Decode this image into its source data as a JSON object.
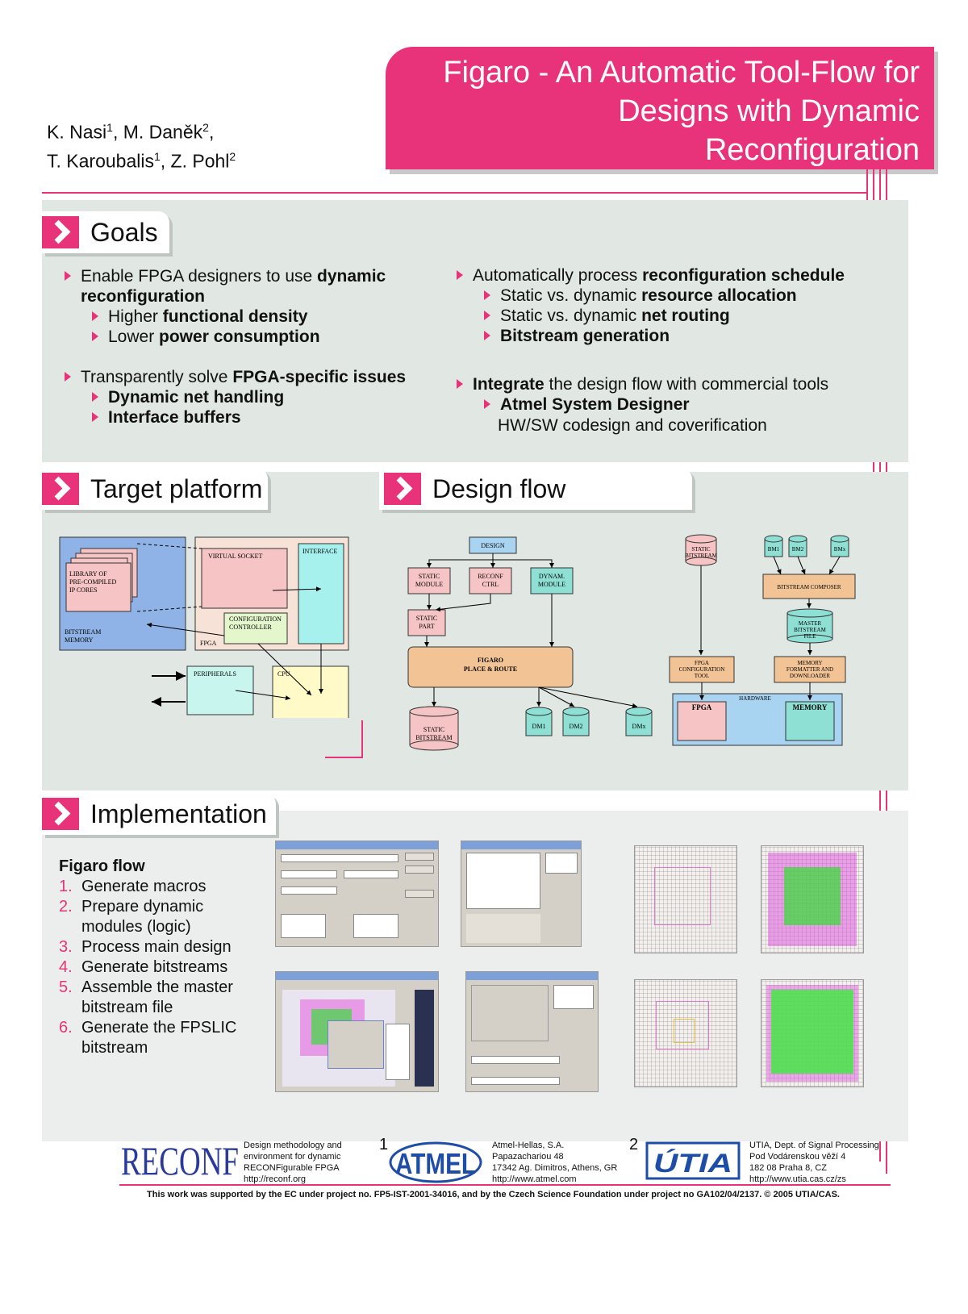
{
  "header": {
    "title_lines": [
      "Figaro - An Automatic Tool-Flow for",
      "Designs with Dynamic",
      "Reconfiguration"
    ],
    "authors_line1": [
      "K. Nasi",
      "1",
      ", M. Daněk",
      "2",
      ","
    ],
    "authors_line2": [
      "T. Karoubalis",
      "1",
      ", Z. Pohl",
      "2"
    ]
  },
  "sections": {
    "goals": "Goals",
    "target": "Target platform",
    "design_flow": "Design flow",
    "implementation": "Implementation"
  },
  "goals_left": [
    {
      "pre": "Enable FPGA designers to use ",
      "bold": "dynamic",
      "post": ""
    },
    {
      "pre": "",
      "bold": "reconfiguration",
      "post": ""
    },
    {
      "pre": "Higher ",
      "bold": "functional density",
      "post": ""
    },
    {
      "pre": "Lower ",
      "bold": "power consumption",
      "post": ""
    },
    {
      "pre": "Transparently solve ",
      "bold": "FPGA-specific issues",
      "post": ""
    },
    {
      "pre": "",
      "bold": "Dynamic net handling",
      "post": ""
    },
    {
      "pre": "",
      "bold": "Interface buffers",
      "post": ""
    }
  ],
  "goals_right": [
    {
      "pre": "Automatically process ",
      "bold": "reconfiguration schedule",
      "post": ""
    },
    {
      "pre": "Static vs. dynamic ",
      "bold": "resource allocation",
      "post": ""
    },
    {
      "pre": "Static vs. dynamic ",
      "bold": "net routing",
      "post": ""
    },
    {
      "pre": "",
      "bold": "Bitstream generation",
      "post": ""
    },
    {
      "pre": "",
      "bold": "Integrate",
      "post": " the design flow with commercial tools"
    },
    {
      "pre": "",
      "bold": "Atmel System Designer",
      "post": ""
    },
    {
      "pre": "HW/SW codesign and coverification",
      "bold": "",
      "post": ""
    }
  ],
  "target_diagram": {
    "library": [
      "LIBRARY OF",
      "PRE-COMPILED",
      "IP CORES"
    ],
    "bitstream_memory": [
      "BITSTREAM",
      "MEMORY"
    ],
    "virtual_socket": "VIRTUAL SOCKET",
    "interface": "INTERFACE",
    "config_controller": [
      "CONFIGURATION",
      "CONTROLLER"
    ],
    "fpga": "FPGA",
    "peripherals": "PERIPHERALS",
    "cpu": "CPU"
  },
  "flow_diagram": {
    "design": "DESIGN",
    "static_module": [
      "STATIC",
      "MODULE"
    ],
    "reconf_ctrl": [
      "RECONF",
      "CTRL"
    ],
    "dynam_module": [
      "DYNAM.",
      "MODULE"
    ],
    "static_part": [
      "STATIC",
      "PART"
    ],
    "figaro": [
      "FIGARO",
      "PLACE & ROUTE"
    ],
    "static_bitstream": [
      "STATIC",
      "BITSTREAM"
    ],
    "dm1": "DM1",
    "dm2": "DM2",
    "dmx": "DMx",
    "static_bitstream2": [
      "STATIC",
      "BITSTREAM"
    ],
    "bm1": "BM1",
    "bm2": "BM2",
    "bmx": "BMx",
    "composer": "BITSTREAM COMPOSER",
    "master": [
      "MASTER",
      "BITSTREAM",
      "FILE"
    ],
    "fpga_tool": [
      "FPGA",
      "CONFIGURATION",
      "TOOL"
    ],
    "mem_fmt": [
      "MEMORY",
      "FORMATTER AND",
      "DOWNLOADER"
    ],
    "hardware": "HARDWARE",
    "hw_fpga": "FPGA",
    "hw_memory": "MEMORY"
  },
  "implementation": {
    "heading": "Figaro flow",
    "steps": [
      {
        "n": "1.",
        "lines": [
          "Generate macros"
        ]
      },
      {
        "n": "2.",
        "lines": [
          "Prepare dynamic",
          "modules (logic)"
        ]
      },
      {
        "n": "3.",
        "lines": [
          "Process main design"
        ]
      },
      {
        "n": "4.",
        "lines": [
          "Generate bitstreams"
        ]
      },
      {
        "n": "5.",
        "lines": [
          "Assemble the master",
          "bitstream file"
        ]
      },
      {
        "n": "6.",
        "lines": [
          "Generate the FPSLIC",
          "bitstream"
        ]
      }
    ]
  },
  "footer": {
    "reconf_logo": "RECONF",
    "reconf_text": [
      "Design methodology and",
      "environment for dynamic",
      "RECONFigurable FPGA",
      "http://reconf.org"
    ],
    "atmel_num": "1",
    "atmel_logo": "ATMEL",
    "atmel_text": [
      "Atmel-Hellas, S.A.",
      "Papazachariou 48",
      "17342 Ag. Dimitros, Athens, GR",
      "http://www.atmel.com"
    ],
    "utia_num": "2",
    "utia_logo": "ÚTIA",
    "utia_text": [
      "UTIA, Dept. of Signal Processing",
      "Pod Vodárenskou věží 4",
      "182 08 Praha 8, CZ",
      "http://www.utia.cas.cz/zs"
    ],
    "funding": "This work was supported by the EC under project  no. FP5-IST-2001-34016, and by the Czech Science Foundation under project no GA102/04/2137.    © 2005 UTIA/CAS."
  },
  "colors": {
    "accent": "#e8337a",
    "panel": "#e1e7e3"
  }
}
